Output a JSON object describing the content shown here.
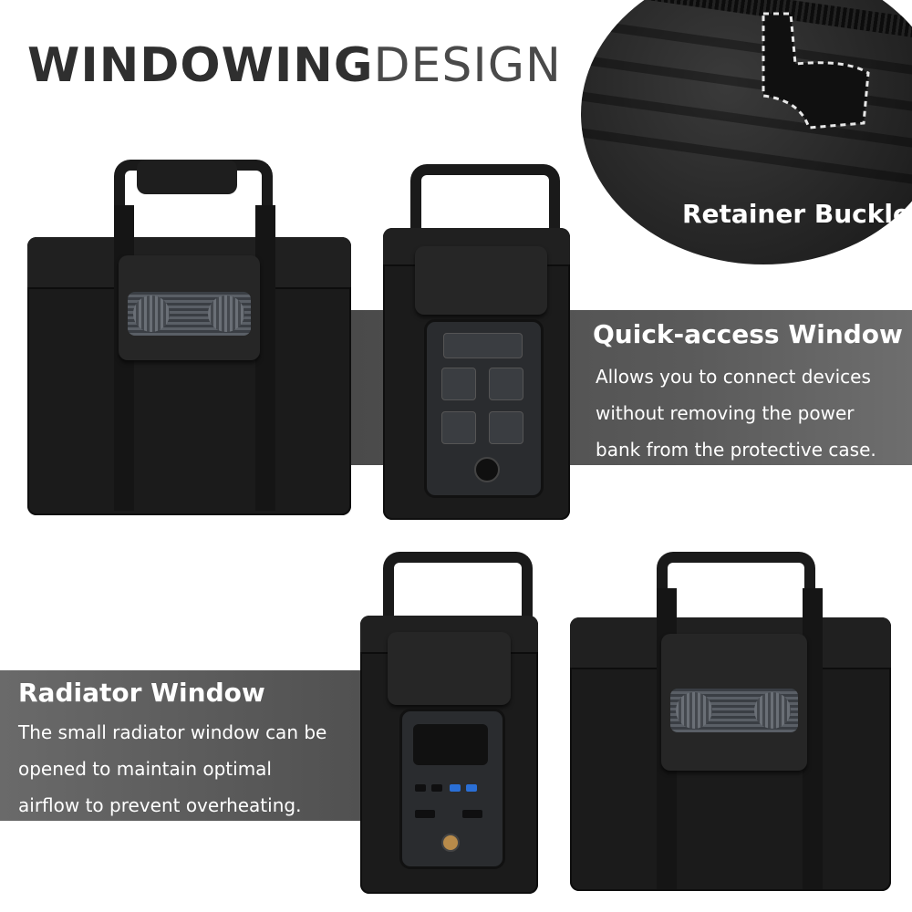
{
  "title": {
    "bold": "WINDOWING",
    "light": "DESIGN"
  },
  "inset": {
    "label": "Retainer Buckle"
  },
  "quick_access": {
    "title": "Quick-access Window",
    "lines": [
      "Allows you to connect devices",
      "without removing the power",
      "bank from the protective case."
    ]
  },
  "radiator": {
    "title": "Radiator Window",
    "lines": [
      "The small radiator window can be",
      "opened  to maintain optimal",
      "airflow to prevent overheating."
    ]
  }
}
